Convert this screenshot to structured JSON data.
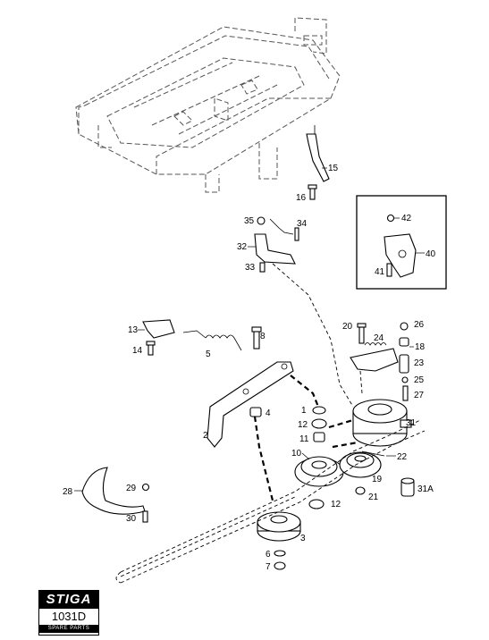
{
  "callouts": {
    "p1": "1",
    "p2": "2",
    "p3": "3",
    "p4": "4",
    "p5": "5",
    "p6": "6",
    "p7": "7",
    "p8": "8",
    "p10": "10",
    "p11": "11",
    "p12a": "12",
    "p12b": "12",
    "p13": "13",
    "p14": "14",
    "p15": "15",
    "p16": "16",
    "p18": "18",
    "p19": "19",
    "p20": "20",
    "p21": "21",
    "p22": "22",
    "p23": "23",
    "p24": "24",
    "p25": "25",
    "p26": "26",
    "p27": "27",
    "p28": "28",
    "p29": "29",
    "p30": "30",
    "p31": "31",
    "p31a": "31A",
    "p32": "32",
    "p33": "33",
    "p34": "34",
    "p35": "35",
    "p40": "40",
    "p41": "41",
    "p42": "42"
  },
  "logo": {
    "brand": "STIGA",
    "code": "1031D",
    "caption": "SPARE PARTS"
  }
}
